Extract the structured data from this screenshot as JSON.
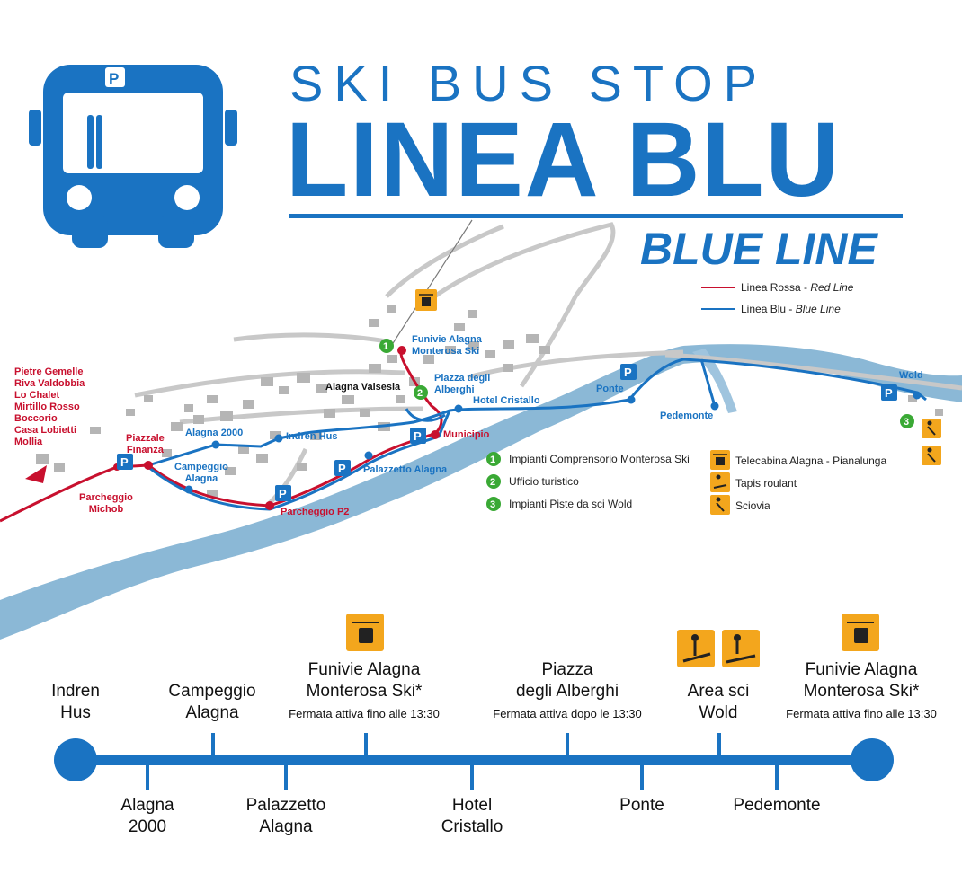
{
  "header": {
    "title_top": "SKI BUS STOP",
    "title_main": "LINEA BLU",
    "title_sub": "BLUE LINE"
  },
  "legend_lines": {
    "red_prefix": "Linea Rossa - ",
    "red_italic": "Red Line",
    "blue_prefix": "Linea Blu - ",
    "blue_italic": "Blue Line"
  },
  "legend_numbers": [
    {
      "num": "1",
      "label": "Impianti Comprensorio Monterosa Ski"
    },
    {
      "num": "2",
      "label": "Ufficio turistico"
    },
    {
      "num": "3",
      "label": "Impianti Piste da sci Wold"
    }
  ],
  "legend_icons": [
    {
      "icon": "gondola-icon",
      "label": "Telecabina Alagna - Pianalunga"
    },
    {
      "icon": "conveyor-icon",
      "label": "Tapis roulant"
    },
    {
      "icon": "drag-lift-icon",
      "label": "Sciovia"
    }
  ],
  "map": {
    "destinations": [
      "Pietre Gemelle",
      "Riva Valdobbia",
      "Lo Chalet",
      "Mirtillo Rosso",
      "Boccorio",
      "Casa Lobietti",
      "Mollia"
    ],
    "piazzale_finanza": "Piazzale\nFinanza",
    "parcheggio_michob": "Parcheggio\nMichob",
    "alagna_2000": "Alagna 2000",
    "indren_hus": "Indren Hus",
    "campeggio_alagna": "Campeggio\nAlagna",
    "palazzetto_alagna": "Palazzetto Alagna",
    "parcheggio_p2": "Parcheggio P2",
    "municipio": "Municipio",
    "hotel_cristallo": "Hotel Cristallo",
    "piazza_alberghi": "Piazza degli\nAlberghi",
    "funivie": "Funivie Alagna\nMonterosa Ski",
    "alagna_valsesia": "Alagna Valsesia",
    "ponte": "Ponte",
    "pedemonte": "Pedemonte",
    "wold": "Wold",
    "parking_letter": "P",
    "marker_1": "1",
    "marker_2": "2",
    "marker_3": "3"
  },
  "timeline": {
    "top_stops": [
      {
        "name": "Indren\nHus",
        "note": ""
      },
      {
        "name": "Campeggio\nAlagna",
        "note": ""
      },
      {
        "name": "Funivie Alagna\nMonterosa Ski*",
        "note": "Fermata attiva fino alle 13:30"
      },
      {
        "name": "Piazza\ndegli Alberghi",
        "note": "Fermata attiva dopo le 13:30"
      },
      {
        "name": "Area sci\nWold",
        "note": ""
      },
      {
        "name": "Funivie Alagna\nMonterosa Ski*",
        "note": "Fermata attiva fino alle 13:30"
      }
    ],
    "bottom_stops": [
      {
        "name": "Alagna\n2000"
      },
      {
        "name": "Palazzetto\nAlagna"
      },
      {
        "name": "Hotel\nCristallo"
      },
      {
        "name": "Ponte"
      },
      {
        "name": "Pedemonte"
      }
    ]
  },
  "colors": {
    "brand_blue": "#1a73c2",
    "red_line": "#c8102e",
    "river": "#8bb8d6",
    "green_marker": "#3aa935",
    "icon_orange": "#f3a61d"
  }
}
